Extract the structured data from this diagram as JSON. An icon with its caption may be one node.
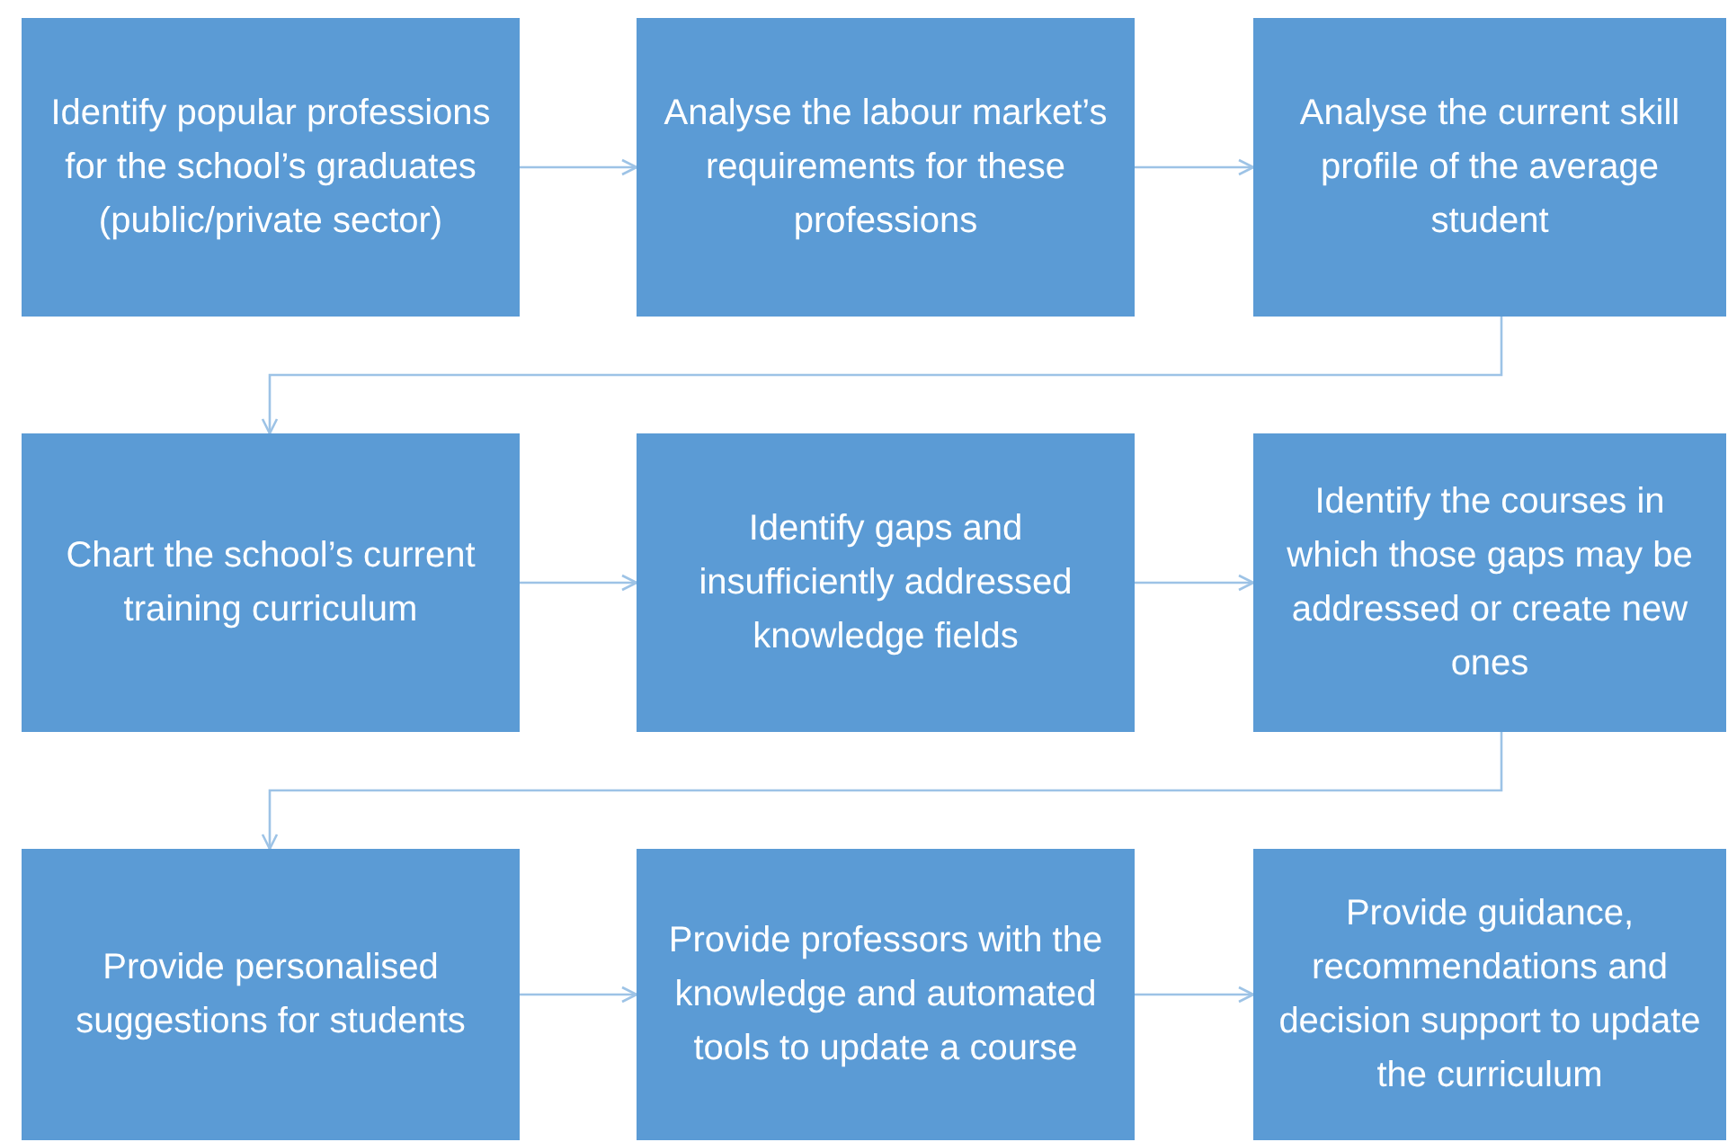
{
  "diagram": {
    "nodes": [
      {
        "text": [
          "Identify popular professions for the school’s graduates (public/private sector)"
        ]
      },
      {
        "text": [
          "Analyse the labour market’s requirements for these professions"
        ]
      },
      {
        "text": [
          "Analyse the current skill profile of the average student"
        ]
      },
      {
        "text": [
          "Chart the school’s current training curriculum"
        ]
      },
      {
        "text": [
          "Identify gaps and insufficiently addressed knowledge fields"
        ]
      },
      {
        "text": [
          "Identify the courses in which those gaps may be addressed or create new ones"
        ]
      },
      {
        "text": [
          "Provide personalised suggestions for students"
        ]
      },
      {
        "text": [
          "Provide professors with the knowledge and automated tools to update a course"
        ]
      },
      {
        "text": [
          "Provide guidance, recommendations and decision support to update the curriculum"
        ]
      }
    ],
    "edges": [
      {
        "from": 0,
        "to": 1,
        "arrow": "to"
      },
      {
        "from": 1,
        "to": 2,
        "arrow": "to"
      },
      {
        "from": 2,
        "to": 3,
        "arrow": "to"
      },
      {
        "from": 3,
        "to": 4,
        "arrow": "to"
      },
      {
        "from": 4,
        "to": 5,
        "arrow": "to"
      },
      {
        "from": 5,
        "to": 6,
        "arrow": "to"
      },
      {
        "from": 6,
        "to": 7,
        "arrow": "to"
      },
      {
        "from": 7,
        "to": 8,
        "arrow": "to"
      }
    ]
  }
}
